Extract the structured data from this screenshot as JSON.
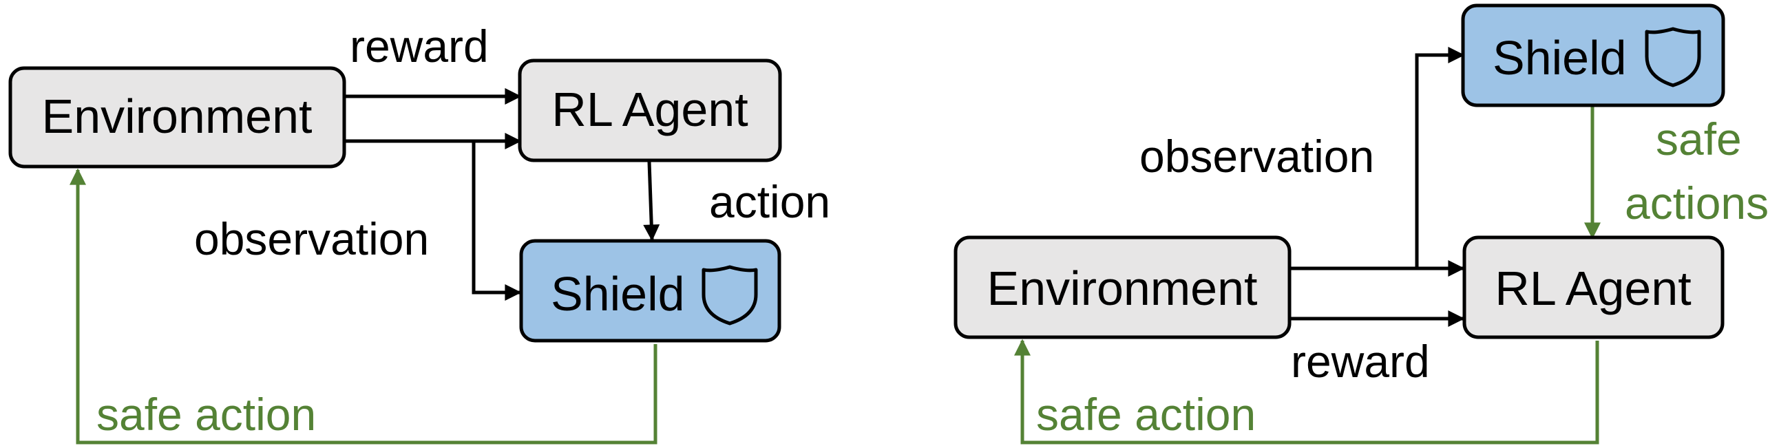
{
  "left_diagram": {
    "environment": "Environment",
    "agent": "RL Agent",
    "shield": "Shield",
    "reward": "reward",
    "observation": "observation",
    "action": "action",
    "safe_action": "safe action",
    "shield_icon": "shield-icon"
  },
  "right_diagram": {
    "environment": "Environment",
    "agent": "RL Agent",
    "shield": "Shield",
    "observation": "observation",
    "reward": "reward",
    "safe_actions_line1": "safe",
    "safe_actions_line2": "actions",
    "safe_action": "safe action",
    "shield_icon": "shield-icon"
  },
  "colors": {
    "neutral_box": "#e7e6e6",
    "shield_box": "#9dc3e6",
    "safe_path": "#548235",
    "default": "#000000"
  }
}
